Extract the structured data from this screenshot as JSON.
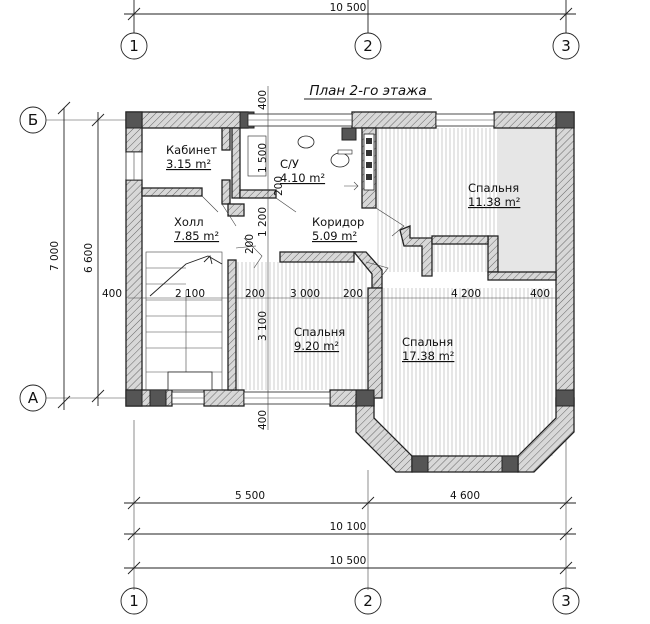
{
  "title": "План 2-го этажа",
  "axes": {
    "numbers": [
      "1",
      "2",
      "3"
    ],
    "letters": [
      "Б",
      "А"
    ]
  },
  "rooms": [
    {
      "name": "Кабинет",
      "area": "3.15 m²"
    },
    {
      "name": "С/У",
      "area": "4.10 m²"
    },
    {
      "name": "Спальня",
      "area": "11.38 m²"
    },
    {
      "name": "Холл",
      "area": "7.85 m²"
    },
    {
      "name": "Коридор",
      "area": "5.09 m²"
    },
    {
      "name": "Спальня",
      "area": "9.20 m²"
    },
    {
      "name": "Спальня",
      "area": "17.38 m²"
    }
  ],
  "dimensions": {
    "top_total": "10 500",
    "bottom_span_1": "5 500",
    "bottom_span_2": "4 600",
    "bottom_mid": "10 100",
    "bottom_total": "10 500",
    "left_outer": "7 000",
    "left_inner": "6 600",
    "mid_row": [
      "400",
      "2 100",
      "200",
      "3 000",
      "200",
      "4 200",
      "400"
    ],
    "v_top_400": "400",
    "v_1500": "1 500",
    "v_200a": "200",
    "v_1200": "1 200",
    "v_200b": "200",
    "v_3100": "3 100",
    "v_bottom_400": "400"
  }
}
